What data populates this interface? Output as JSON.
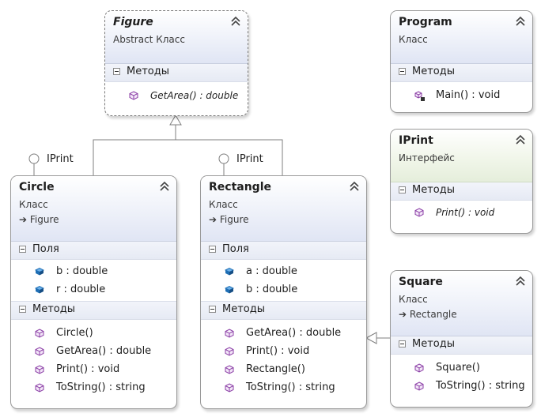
{
  "figure": {
    "name": "Figure",
    "kind": "Abstract Класс",
    "methods_title": "Методы",
    "methods": [
      "GetArea() : double"
    ]
  },
  "program": {
    "name": "Program",
    "kind": "Класс",
    "methods_title": "Методы",
    "methods": [
      "Main() : void"
    ]
  },
  "iprint": {
    "name": "IPrint",
    "kind": "Интерфейс",
    "methods_title": "Методы",
    "methods": [
      "Print() : void"
    ]
  },
  "circle": {
    "name": "Circle",
    "kind": "Класс",
    "base": "Figure",
    "interface": "IPrint",
    "fields_title": "Поля",
    "fields": [
      "b : double",
      "r : double"
    ],
    "methods_title": "Методы",
    "methods": [
      "Circle()",
      "GetArea() : double",
      "Print() : void",
      "ToString() : string"
    ]
  },
  "rectangle": {
    "name": "Rectangle",
    "kind": "Класс",
    "base": "Figure",
    "interface": "IPrint",
    "fields_title": "Поля",
    "fields": [
      "a : double",
      "b : double"
    ],
    "methods_title": "Методы",
    "methods": [
      "GetArea() : double",
      "Print() : void",
      "Rectangle()",
      "ToString() : string"
    ]
  },
  "square": {
    "name": "Square",
    "kind": "Класс",
    "base": "Rectangle",
    "methods_title": "Методы",
    "methods": [
      "Square()",
      "ToString() : string"
    ]
  },
  "colors": {
    "header_class": "#e0e5f4",
    "header_interface": "#e5eedb",
    "method_icon": "#8b3fa6",
    "field_icon": "#1f6fb5",
    "connector": "#7f7f7f"
  }
}
